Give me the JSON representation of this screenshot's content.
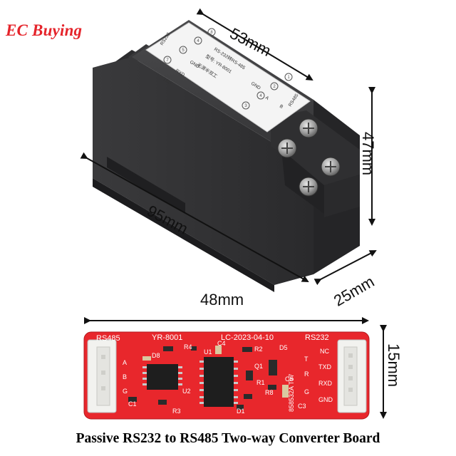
{
  "brand": {
    "text": "EC Buying"
  },
  "dimensions": {
    "module_depth": "53mm",
    "module_length": "95mm",
    "module_height": "47mm",
    "module_width": "25mm",
    "board_length": "48mm",
    "board_width": "15mm"
  },
  "module_label": {
    "header": "RS-232转RS-485",
    "model": "型号: YR-8001",
    "subtitle": "无源半双工",
    "left_title": "RS232",
    "left_pins": [
      "GND",
      "RXD",
      "TXD"
    ],
    "left_numbers": [
      "7",
      "5",
      "4",
      "8"
    ],
    "right_title": "RS485",
    "right_pins": [
      "GND",
      "A",
      "B"
    ],
    "right_numbers": [
      "3",
      "4",
      "2",
      "1"
    ]
  },
  "board": {
    "rs485_label": "RS485",
    "model": "YR-8001",
    "date": "LC-2023-04-10",
    "rs232_label": "RS232",
    "left_pins": [
      "A",
      "B",
      "G"
    ],
    "right_pins": [
      "NC",
      "T",
      "TXD",
      "R",
      "RXD",
      "G",
      "GND"
    ],
    "refs": [
      "D8",
      "R4",
      "U1",
      "C4",
      "R2",
      "D5",
      "Q1",
      "R1",
      "R8",
      "U2",
      "C1",
      "R3",
      "D1",
      "C5",
      "C3"
    ],
    "chip_text": "858532A T57"
  },
  "caption": {
    "text": "Passive RS232 to RS485 Two-way Converter Board"
  }
}
